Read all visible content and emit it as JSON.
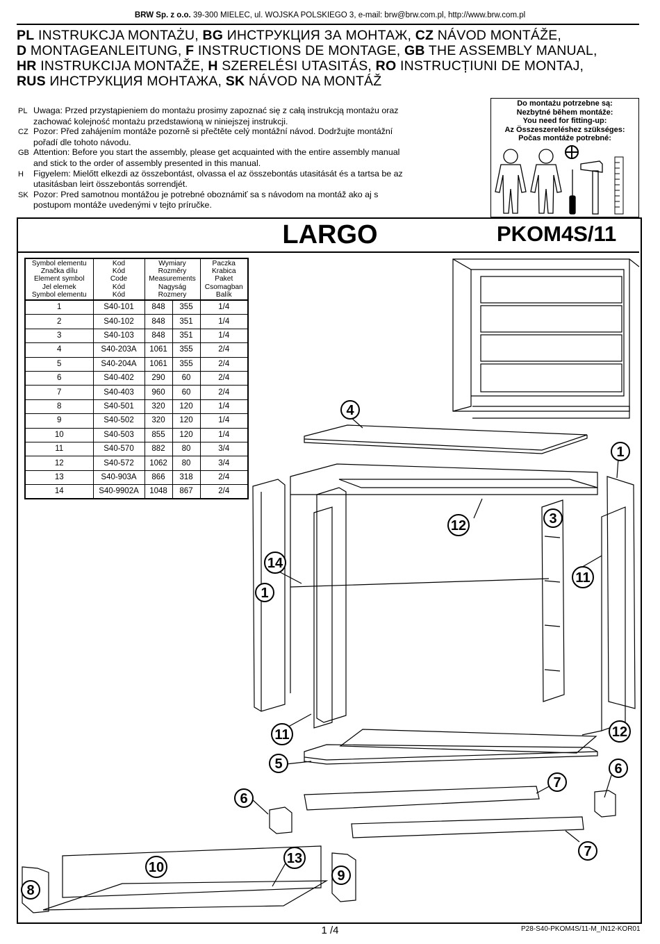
{
  "header": {
    "company_bold": "BRW Sp. z o.o.",
    "company_rest": " 39-300 MIELEC, ul. WOJSKA POLSKIEGO 3, e-mail: brw@brw.com.pl, http://www.brw.com.pl",
    "title_lines": [
      [
        {
          "code": "PL",
          "text": " INSTRUKCJA MONTAŻU, "
        },
        {
          "code": "BG",
          "text": " ИНСТРУКЦИЯ ЗА МОНТАЖ, "
        },
        {
          "code": "CZ",
          "text": " NÁVOD MONTÁŽE,"
        }
      ],
      [
        {
          "code": "D",
          "text": " MONTAGEANLEITUNG, "
        },
        {
          "code": "F",
          "text": " INSTRUCTIONS DE MONTAGE, "
        },
        {
          "code": "GB",
          "text": " THE ASSEMBLY MANUAL,"
        }
      ],
      [
        {
          "code": "HR",
          "text": " INSTRUKCIJA MONTAŽE, "
        },
        {
          "code": "H",
          "text": " SZERELÉSI UTASITÁS, "
        },
        {
          "code": "RO",
          "text": " INSTRUCȚIUNI DE MONTAJ,"
        }
      ],
      [
        {
          "code": "RUS",
          "text": " ИНСТРУКЦИЯ МОНТАЖА, "
        },
        {
          "code": "SK",
          "text": " NÁVOD NA MONTÁŽ"
        }
      ]
    ]
  },
  "warnings": [
    {
      "code": "PL",
      "l1": "Uwaga: Przed przystąpieniem do montażu prosimy zapoznać się z całą instrukcją montażu oraz",
      "l2": "zachować kolejność montażu przedstawioną w niniejszej instrukcji."
    },
    {
      "code": "CZ",
      "l1": "Pozor: Před zahájením montáže pozorně si přečtěte celý montážní návod. Dodržujte montážní",
      "l2": "pořadí dle tohoto návodu."
    },
    {
      "code": "GB",
      "l1": "Attention: Before you start the assembly, please get acquainted with the entire assembly manual",
      "l2": "and stick to the order of assembly presented in this manual."
    },
    {
      "code": "H",
      "l1": "Figyelem: Mielőtt elkezdi az összebontást, olvassa el az összebontás utasitását és a tartsa be az",
      "l2": "utasitásban leirt összebontás sorrendjét."
    },
    {
      "code": "SK",
      "l1": "Pozor: Pred samotnou montážou je potrebné oboznámiť sa s návodom na montáž ako aj s",
      "l2": "postupom montáže uvedenými v tejto príručke."
    }
  ],
  "tools": {
    "lines": [
      "Do montażu potrzebne są:",
      "Nezbytné během montáže:",
      "You need for fitting-up:",
      "Az Összeszereléshez szükséges:",
      "Počas montáže potrebné:"
    ],
    "icons": [
      "person-icon",
      "person-icon",
      "screwdriver-icon",
      "phillips-cross-icon",
      "hammer-icon",
      "ruler-icon"
    ]
  },
  "product": {
    "name": "LARGO",
    "code": "PKOM4S/11"
  },
  "parts_table": {
    "headers": [
      [
        "Symbol elementu",
        "Značka dílu",
        "Element symbol",
        "Jel elemek",
        "Symbol elementu"
      ],
      [
        "Kod",
        "Kód",
        "Code",
        "Kód",
        "Kód"
      ],
      [
        "Wymiary",
        "Rozměry",
        "Measurements",
        "Nagyság",
        "Rozmery"
      ],
      [
        "Paczka",
        "Krabica",
        "Paket",
        "Csomagban",
        "Balík"
      ]
    ],
    "rows": [
      [
        "1",
        "S40-101",
        "848",
        "355",
        "1/4"
      ],
      [
        "2",
        "S40-102",
        "848",
        "351",
        "1/4"
      ],
      [
        "3",
        "S40-103",
        "848",
        "351",
        "1/4"
      ],
      [
        "4",
        "S40-203A",
        "1061",
        "355",
        "2/4"
      ],
      [
        "5",
        "S40-204A",
        "1061",
        "355",
        "2/4"
      ],
      [
        "6",
        "S40-402",
        "290",
        "60",
        "2/4"
      ],
      [
        "7",
        "S40-403",
        "960",
        "60",
        "2/4"
      ],
      [
        "8",
        "S40-501",
        "320",
        "120",
        "1/4"
      ],
      [
        "9",
        "S40-502",
        "320",
        "120",
        "1/4"
      ],
      [
        "10",
        "S40-503",
        "855",
        "120",
        "1/4"
      ],
      [
        "11",
        "S40-570",
        "882",
        "80",
        "3/4"
      ],
      [
        "12",
        "S40-572",
        "1062",
        "80",
        "3/4"
      ],
      [
        "13",
        "S40-903A",
        "866",
        "318",
        "2/4"
      ],
      [
        "14",
        "S40-9902A",
        "1048",
        "867",
        "2/4"
      ]
    ]
  },
  "callouts": [
    "4",
    "1",
    "12",
    "3",
    "14",
    "11",
    "1",
    "11",
    "12",
    "5",
    "6",
    "7",
    "6",
    "7",
    "10",
    "13",
    "9",
    "8"
  ],
  "footer": {
    "page": "1 /4",
    "doc_code": "P28-S40-PKOM4S/11-M_IN12-KOR01"
  }
}
